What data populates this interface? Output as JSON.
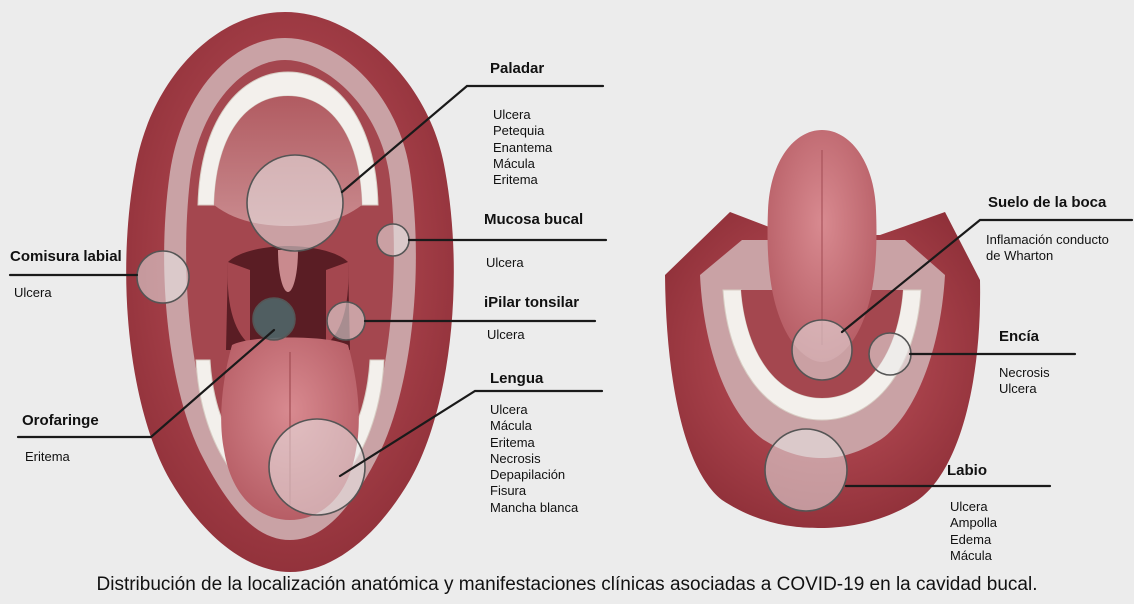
{
  "labels": {
    "paladar": {
      "title": "Paladar",
      "items": [
        "Ulcera",
        "Petequia",
        "Enantema",
        "Mácula",
        "Eritema"
      ]
    },
    "mucosa": {
      "title": "Mucosa bucal",
      "items": [
        "Ulcera"
      ]
    },
    "pilar": {
      "title": "iPilar tonsilar",
      "items": [
        "Ulcera"
      ]
    },
    "lengua": {
      "title": "Lengua",
      "items": [
        "Ulcera",
        "Mácula",
        "Eritema",
        "Necrosis",
        "Depapilación",
        "Fisura",
        "Mancha blanca"
      ]
    },
    "comisura": {
      "title": "Comisura labial",
      "items": [
        "Ulcera"
      ]
    },
    "orofaringe": {
      "title": "Orofaringe",
      "items": [
        "Eritema"
      ]
    },
    "suelo": {
      "title": "Suelo de la boca",
      "items": [
        "Inflamación conducto",
        "de Wharton"
      ]
    },
    "encia": {
      "title": "Encía",
      "items": [
        "Necrosis",
        "Ulcera"
      ]
    },
    "labio": {
      "title": "Labio",
      "items": [
        "Ulcera",
        "Ampolla",
        "Edema",
        "Mácula"
      ]
    }
  },
  "caption": "Distribución de la localización anatómica y manifestaciones clínicas asociadas a COVID-19 en la cavidad bucal.",
  "colors": {
    "background": "#ececec",
    "lip_outer": "#a8414a",
    "lip_inner": "#c9a2a5",
    "palate": "#b86a6e",
    "tongue": "#c46f76",
    "throat": "#5a1d24",
    "teeth": "#f3f0ec",
    "lens_fill": "#e9e9e9",
    "lens_stroke": "#555555",
    "leader": "#1a1a1a"
  }
}
